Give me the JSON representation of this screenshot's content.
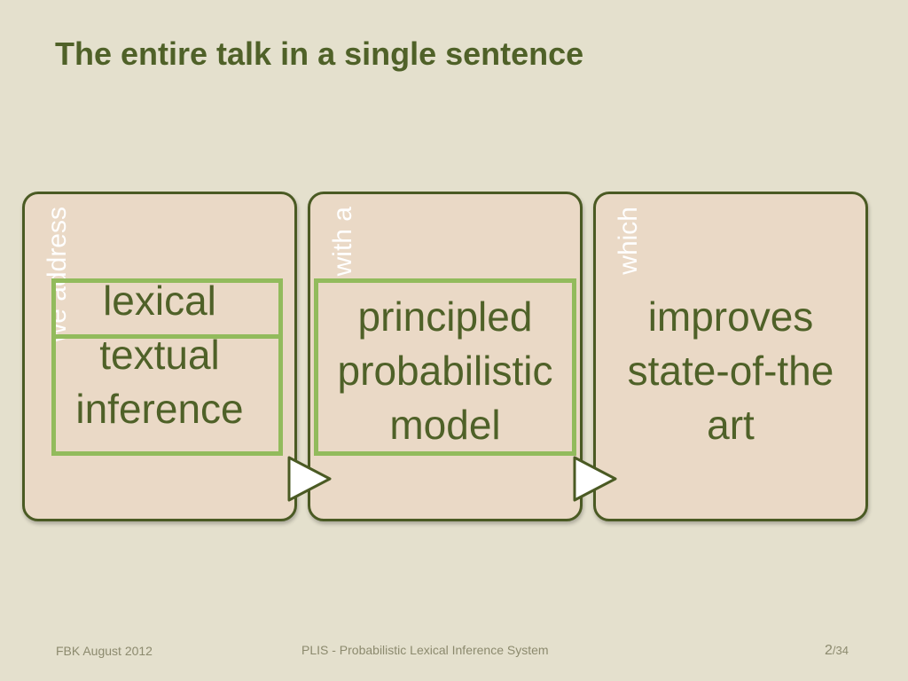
{
  "slide": {
    "title": "The entire talk in a single sentence"
  },
  "cards": [
    {
      "label": "we address",
      "lines": [
        "lexical",
        "textual",
        "inference"
      ]
    },
    {
      "label": "with a",
      "lines": [
        "principled",
        "probabilistic",
        "model"
      ]
    },
    {
      "label": "which",
      "lines": [
        "improves",
        "state-of-the",
        "art"
      ]
    }
  ],
  "footer": {
    "left": "FBK August 2012",
    "center": "PLIS - Probabilistic Lexical Inference System",
    "page": "2",
    "total": "/34"
  },
  "colors": {
    "background": "#e4e0cd",
    "title": "#4f6128",
    "card_fill": "#ead9c6",
    "card_border": "#4a5a23",
    "highlight": "#92bb5c",
    "footer_text": "#8c8a6e"
  }
}
